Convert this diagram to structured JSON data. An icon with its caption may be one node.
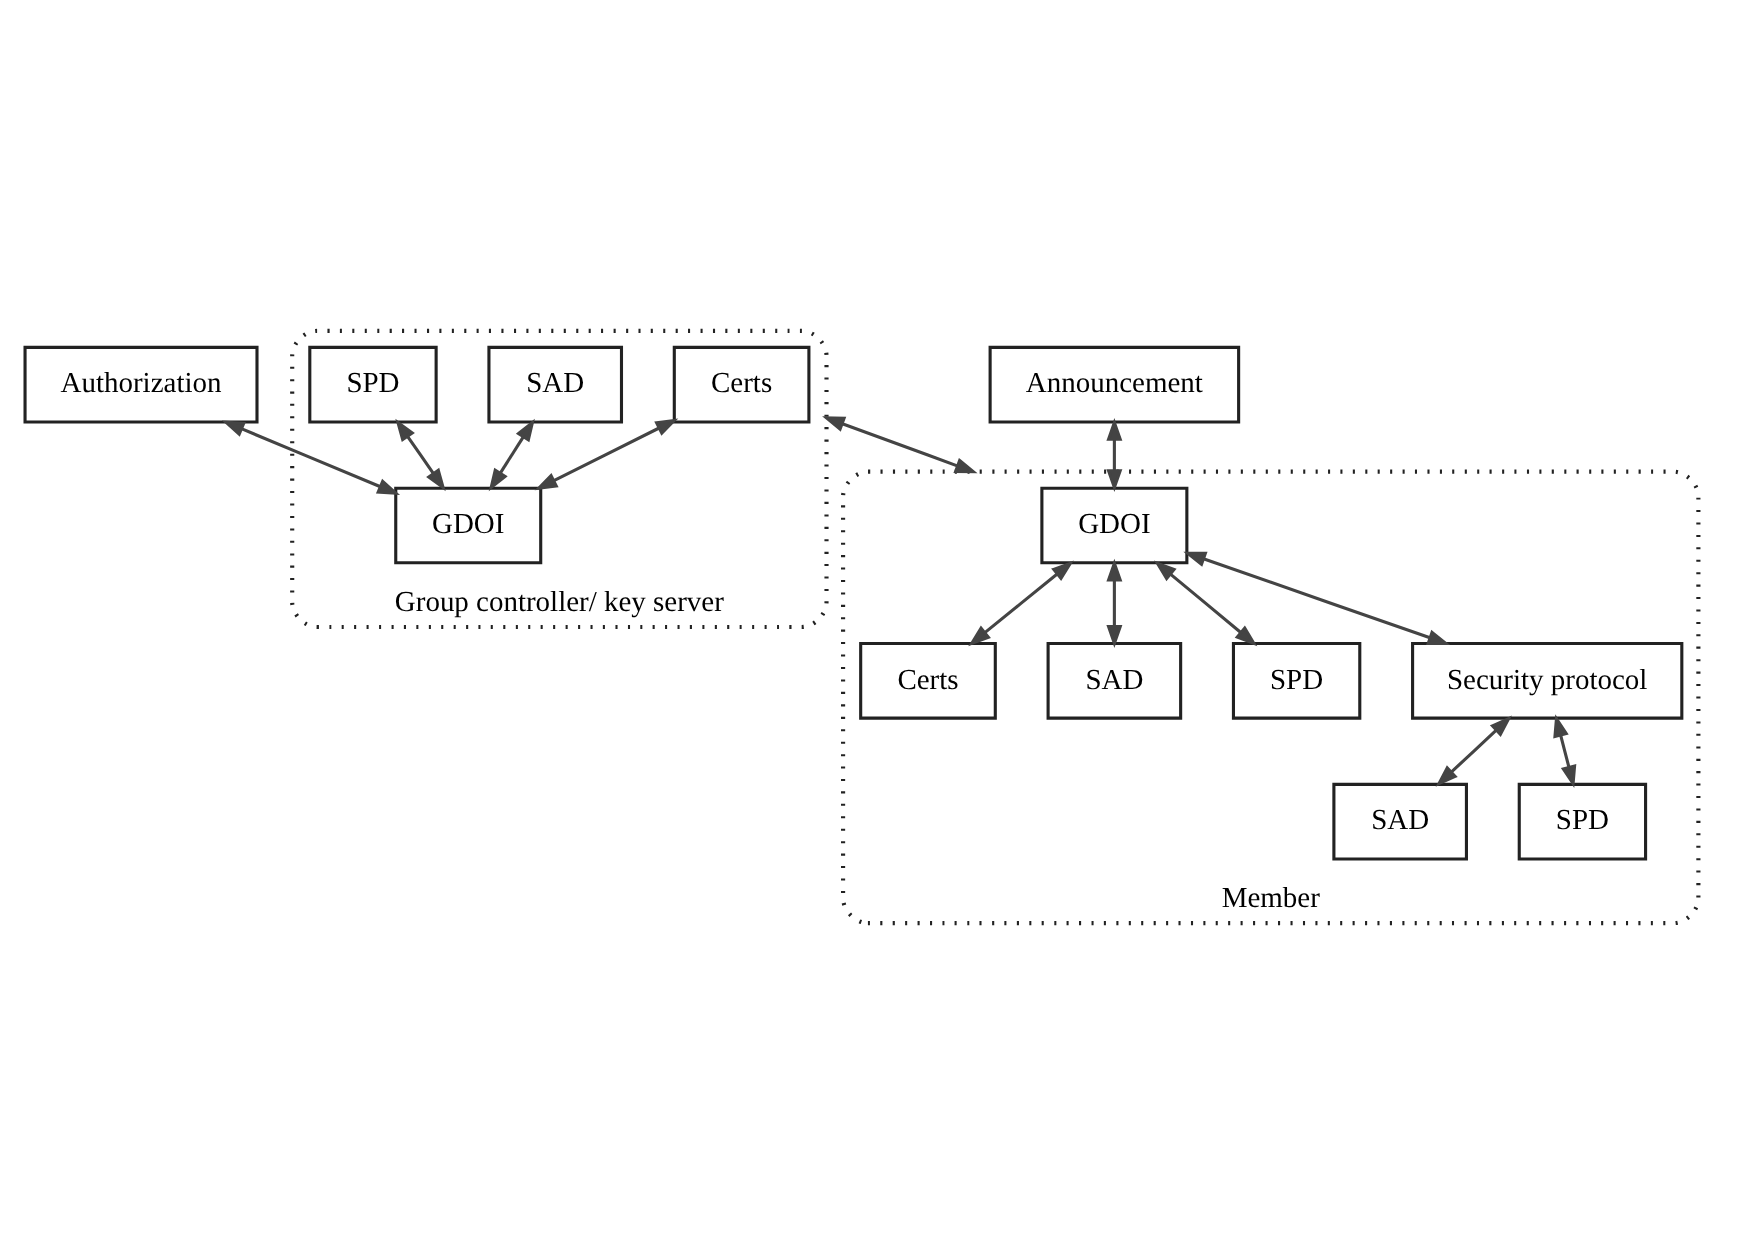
{
  "diagram": {
    "nodes": [
      {
        "text": [
          "Authorization"
        ]
      },
      {
        "text": [
          "Announcement"
        ]
      },
      {
        "text": [
          "Group controller/ key server"
        ]
      },
      {
        "text": [
          "Certs"
        ],
        "in": 2
      },
      {
        "text": [
          "SAD"
        ],
        "in": 2
      },
      {
        "text": [
          "SPD"
        ],
        "in": 2
      },
      {
        "text": [
          "GDOI"
        ],
        "in": 2
      },
      {
        "text": [
          "Member"
        ]
      },
      {
        "text": [
          "GDOI"
        ],
        "in": 7
      },
      {
        "text": [
          "Certs"
        ],
        "in": 7
      },
      {
        "text": [
          "SAD"
        ],
        "in": 7
      },
      {
        "text": [
          "SPD"
        ],
        "in": 7
      },
      {
        "text": [
          "Security protocol"
        ],
        "in": 7
      },
      {
        "text": [
          "SAD"
        ],
        "in": 7
      },
      {
        "text": [
          "SPD"
        ],
        "in": 7
      }
    ],
    "edges": [
      {
        "from": 0,
        "to": 6,
        "arrow": "both"
      },
      {
        "from": 3,
        "to": 6,
        "arrow": "both"
      },
      {
        "from": 4,
        "to": 6,
        "arrow": "both"
      },
      {
        "from": 5,
        "to": 6,
        "arrow": "both"
      },
      {
        "from": 2,
        "to": 7,
        "arrow": "both"
      },
      {
        "from": 1,
        "to": 8,
        "arrow": "both"
      },
      {
        "from": 8,
        "to": 9,
        "arrow": "both"
      },
      {
        "from": 8,
        "to": 10,
        "arrow": "both"
      },
      {
        "from": 8,
        "to": 11,
        "arrow": "both"
      },
      {
        "from": 8,
        "to": 12,
        "arrow": "both"
      },
      {
        "from": 12,
        "to": 13,
        "arrow": "both"
      },
      {
        "from": 12,
        "to": 14,
        "arrow": "both"
      }
    ]
  }
}
